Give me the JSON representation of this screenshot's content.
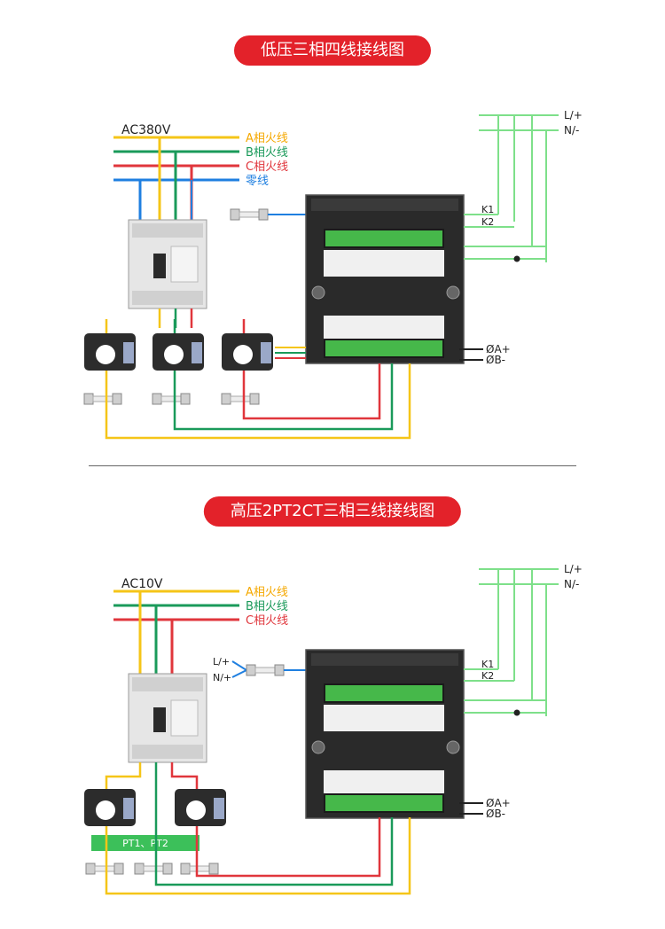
{
  "colors": {
    "phase_a": "#f5c518",
    "phase_b": "#1a9a5a",
    "phase_c": "#e0363c",
    "neutral": "#1f7fe0",
    "aux": "#7ee08a",
    "banner": "#e3222a",
    "meter": "#2b2b2b"
  },
  "section1": {
    "title": "低压三相四线接线图",
    "voltage": "AC380V",
    "lines": {
      "a": "A相火线",
      "b": "B相火线",
      "c": "C相火线",
      "n": "零线"
    },
    "aux_power": {
      "lp": "L/+",
      "nm": "N/-"
    },
    "relay": {
      "k1": "K1",
      "k2": "K2"
    },
    "rs485": {
      "a": "ØA+",
      "b": "ØB-"
    }
  },
  "section2": {
    "title": "高压2PT2CT三相三线接线图",
    "voltage": "AC10V",
    "lines": {
      "a": "A相火线",
      "b": "B相火线",
      "c": "C相火线"
    },
    "pt_input": {
      "l": "L/+",
      "n": "N/+"
    },
    "pt_label": "PT1、PT2",
    "aux_power": {
      "lp": "L/+",
      "nm": "N/-"
    },
    "relay": {
      "k1": "K1",
      "k2": "K2"
    },
    "rs485": {
      "a": "ØA+",
      "b": "ØB-"
    }
  }
}
